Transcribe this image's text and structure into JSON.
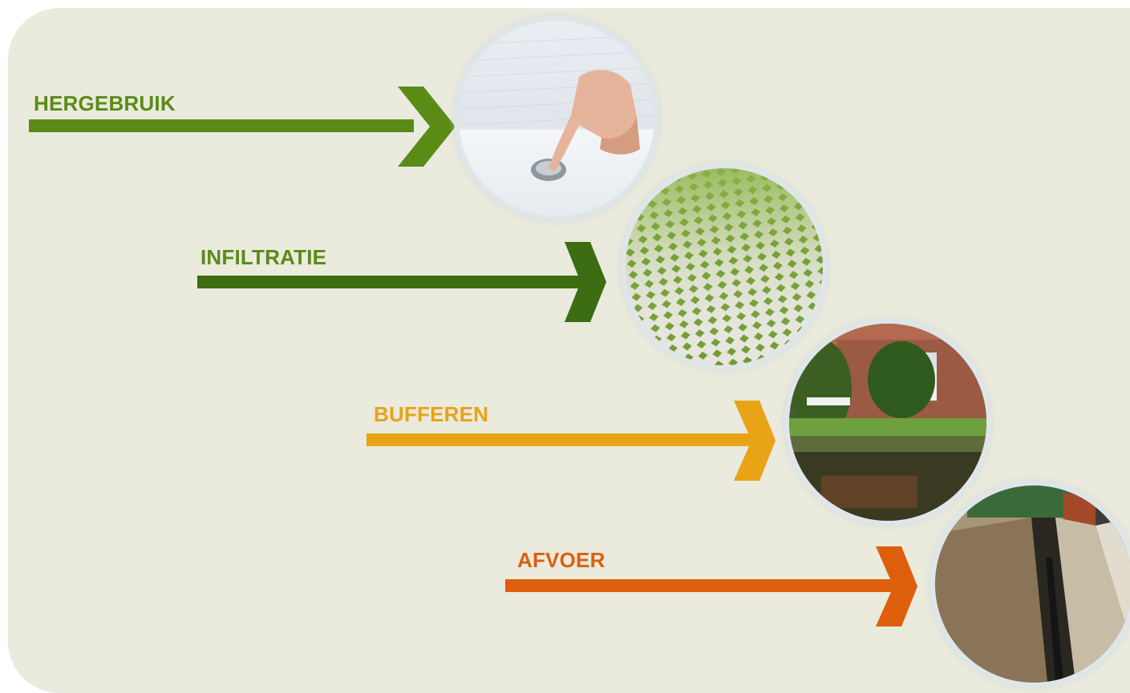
{
  "steps": [
    {
      "label": "HERGEBRUIK",
      "color": "#5a8b17",
      "photo": "sink-drain-image"
    },
    {
      "label": "INFILTRATIE",
      "color": "#3c6d12",
      "photo": "grass-paver-image"
    },
    {
      "label": "BUFFEREN",
      "color": "#e8a317",
      "photo": "garden-pond-image"
    },
    {
      "label": "AFVOER",
      "color": "#dd5f0c",
      "photo": "drainage-trench-image"
    }
  ]
}
